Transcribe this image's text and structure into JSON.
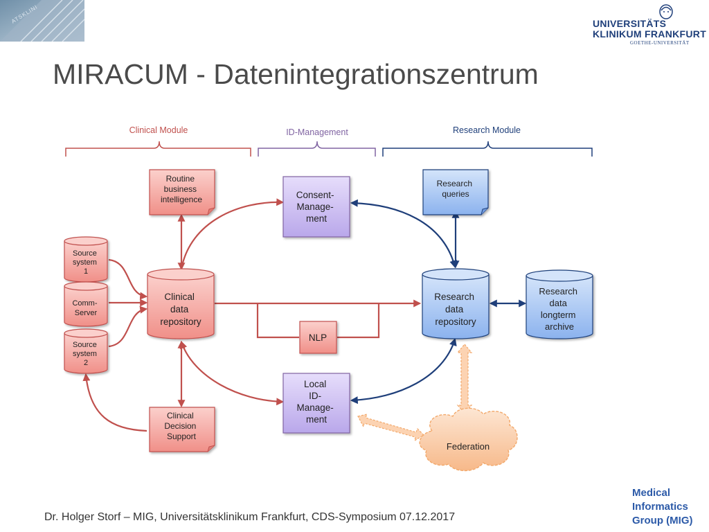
{
  "slide": {
    "title": "MIRACUM - Datenintegrationszentrum",
    "footer": "Dr. Holger Storf – MIG, Universitätsklinikum Frankfurt, CDS-Symposium 07.12.2017"
  },
  "logo": {
    "line1": "UNIVERSITÄTS",
    "line2": "KLINIKUM FRANKFURT",
    "line3": "GOETHE-UNIVERSITÄT"
  },
  "corner_photo": {
    "text": "ATSKLINI"
  },
  "mig": {
    "line1": "Medical",
    "line2": "Informatics",
    "line3": "Group (MIG)"
  },
  "sections": {
    "clinical": "Clinical Module",
    "id_management": "ID-Management",
    "research": "Research Module"
  },
  "nodes": {
    "routine_bi": [
      "Routine",
      "business",
      "intelligence"
    ],
    "consent": [
      "Consent-",
      "Manage-",
      "ment"
    ],
    "research_queries": [
      "Research",
      "queries"
    ],
    "source1": [
      "Source",
      "system",
      "1"
    ],
    "comm_server": [
      "Comm-",
      "Server"
    ],
    "source2": [
      "Source",
      "system",
      "2"
    ],
    "clinical_repo": [
      "Clinical",
      "data",
      "repository"
    ],
    "nlp": [
      "NLP"
    ],
    "research_repo": [
      "Research",
      "data",
      "repository"
    ],
    "archive": [
      "Research",
      "data",
      "longterm",
      "archive"
    ],
    "local_id": [
      "Local",
      "ID-",
      "Manage-",
      "ment"
    ],
    "cds": [
      "Clinical",
      "Decision",
      "Support"
    ],
    "federation": [
      "Federation"
    ]
  },
  "colors": {
    "clinical": "#c0504d",
    "clinical_fill": "#f4a9a4",
    "id": "#8064a2",
    "id_fill": "#cdbff0",
    "research": "#1f3f7a",
    "research_fill": "#a8c6f2",
    "federation": "#f2a86a",
    "federation_fill": "#fcd3b2"
  }
}
